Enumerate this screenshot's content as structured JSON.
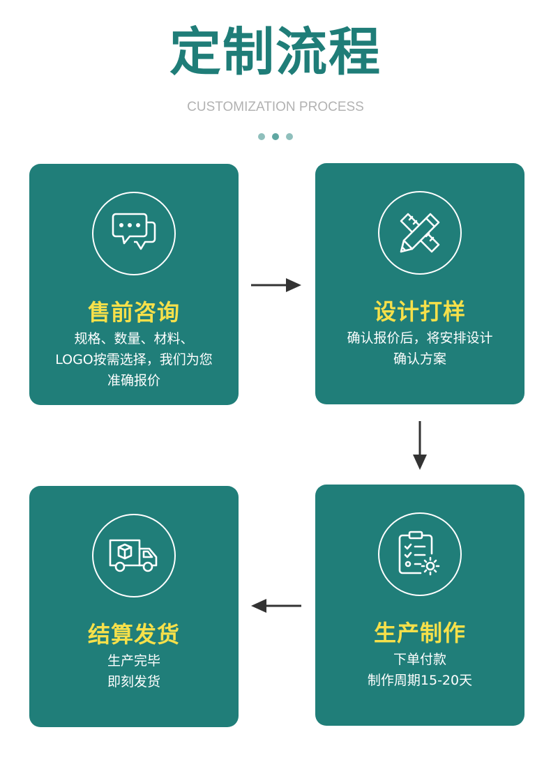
{
  "header": {
    "title": "定制流程",
    "subtitle": "CUSTOMIZATION PROCESS"
  },
  "steps": [
    {
      "title": "售前咨询",
      "icon": "chat-bubble-icon",
      "desc": [
        "规格、数量、材料、",
        "LOGO按需选择，我们为您",
        "准确报价"
      ]
    },
    {
      "title": "设计打样",
      "icon": "ruler-pencil-icon",
      "desc": [
        "确认报价后，将安排设计",
        "确认方案"
      ]
    },
    {
      "title": "生产制作",
      "icon": "clipboard-gear-icon",
      "desc": [
        "下单付款",
        "制作周期15-20天"
      ]
    },
    {
      "title": "结算发货",
      "icon": "delivery-truck-icon",
      "desc": [
        "生产完毕",
        "即刻发货"
      ]
    }
  ],
  "colors": {
    "card": "#207e79",
    "title": "#1f7d78",
    "card_title": "#f6e04a",
    "arrow": "#333333"
  }
}
